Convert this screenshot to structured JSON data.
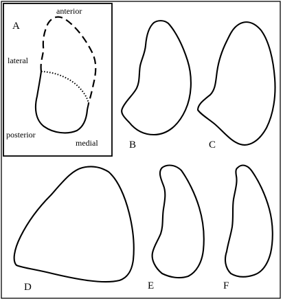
{
  "panels": {
    "a": {
      "letter": "A"
    },
    "b": {
      "letter": "B"
    },
    "c": {
      "letter": "C"
    },
    "d": {
      "letter": "D"
    },
    "e": {
      "letter": "E"
    },
    "f": {
      "letter": "F"
    }
  },
  "orientation_labels": {
    "anterior": "anterior",
    "lateral": "lateral",
    "posterior": "posterior",
    "medial": "medial"
  }
}
